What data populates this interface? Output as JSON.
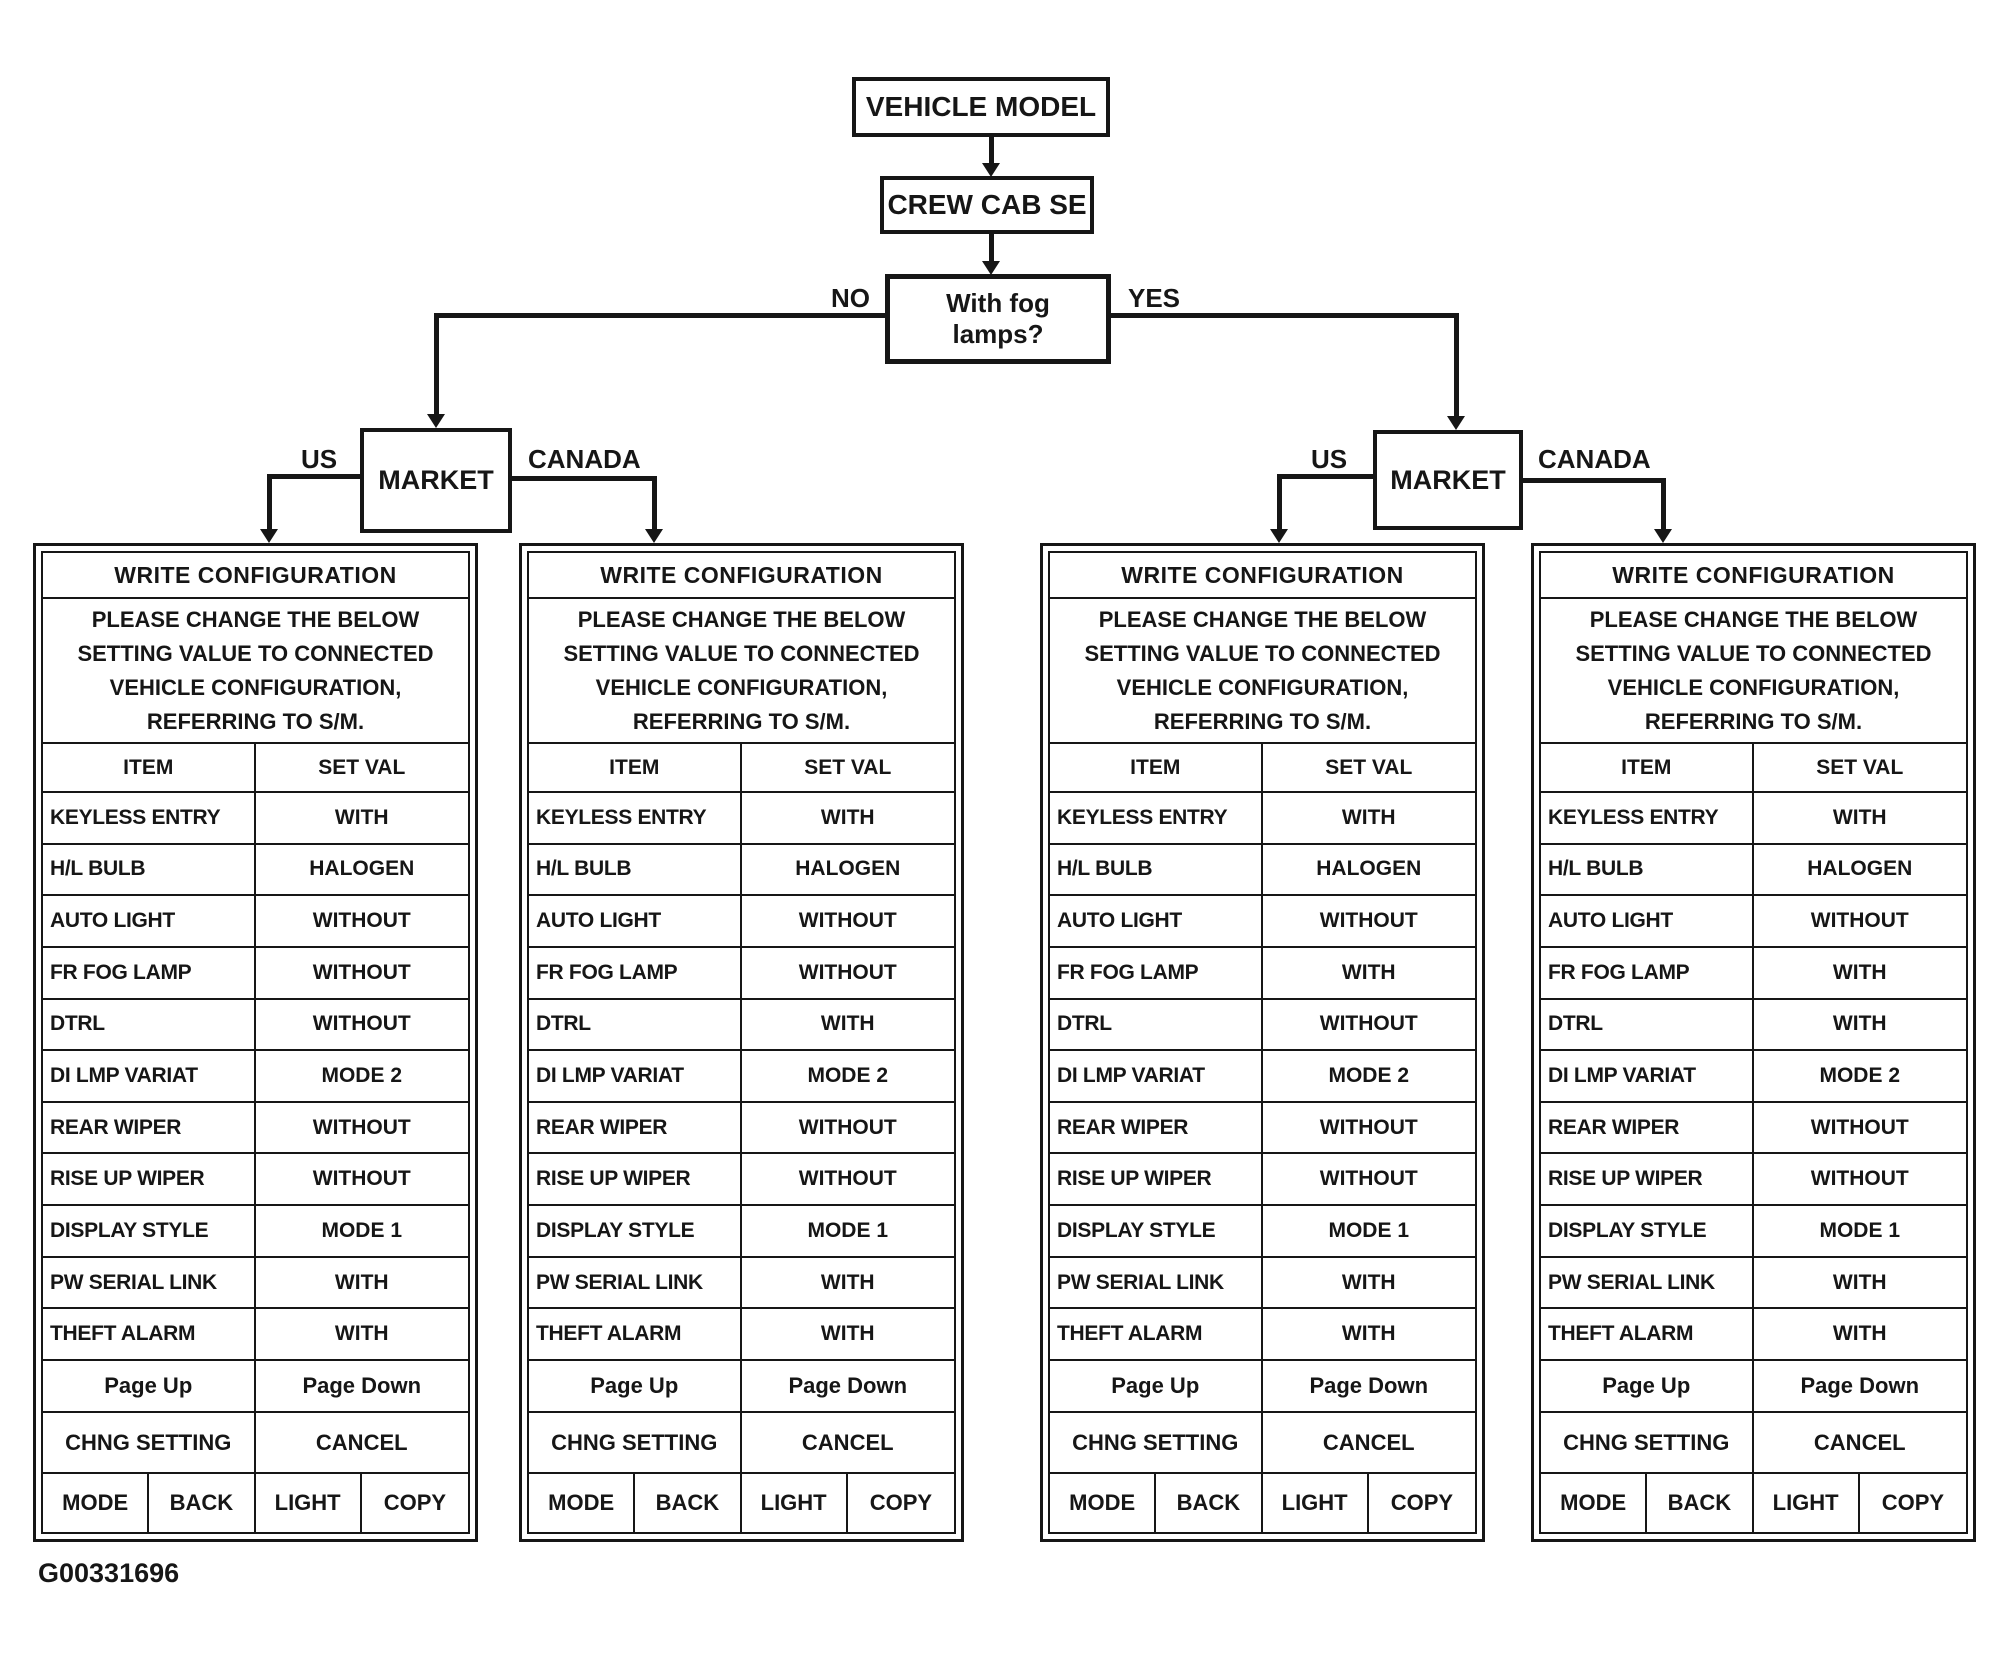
{
  "figure_id": "G00331696",
  "flowchart": {
    "root": "VEHICLE MODEL",
    "model": "CREW CAB SE",
    "question_line1": "With fog",
    "question_line2": "lamps?",
    "no_label": "NO",
    "yes_label": "YES",
    "market_label": "MARKET",
    "us_label": "US",
    "canada_label": "CANADA"
  },
  "table_template": {
    "title": "WRITE CONFIGURATION",
    "message_lines": [
      "PLEASE CHANGE THE BELOW",
      "SETTING VALUE TO CONNECTED",
      "VEHICLE CONFIGURATION,",
      "REFERRING TO S/M."
    ],
    "columns": [
      "ITEM",
      "SET VAL"
    ],
    "items": [
      "KEYLESS ENTRY",
      "H/L BULB",
      "AUTO LIGHT",
      "FR FOG LAMP",
      "DTRL",
      "DI LMP VARIAT",
      "REAR WIPER",
      "RISE UP WIPER",
      "DISPLAY STYLE",
      "PW SERIAL LINK",
      "THEFT ALARM"
    ],
    "nav": {
      "page_up": "Page Up",
      "page_down": "Page Down",
      "chng_setting": "CHNG SETTING",
      "cancel": "CANCEL",
      "keys": [
        "MODE",
        "BACK",
        "LIGHT",
        "COPY"
      ]
    }
  },
  "tables": [
    {
      "branch": "no-fog-us",
      "values": [
        "WITH",
        "HALOGEN",
        "WITHOUT",
        "WITHOUT",
        "WITHOUT",
        "MODE 2",
        "WITHOUT",
        "WITHOUT",
        "MODE 1",
        "WITH",
        "WITH"
      ]
    },
    {
      "branch": "no-fog-canada",
      "values": [
        "WITH",
        "HALOGEN",
        "WITHOUT",
        "WITHOUT",
        "WITH",
        "MODE 2",
        "WITHOUT",
        "WITHOUT",
        "MODE 1",
        "WITH",
        "WITH"
      ]
    },
    {
      "branch": "fog-us",
      "values": [
        "WITH",
        "HALOGEN",
        "WITHOUT",
        "WITH",
        "WITHOUT",
        "MODE 2",
        "WITHOUT",
        "WITHOUT",
        "MODE 1",
        "WITH",
        "WITH"
      ]
    },
    {
      "branch": "fog-canada",
      "values": [
        "WITH",
        "HALOGEN",
        "WITHOUT",
        "WITH",
        "WITH",
        "MODE 2",
        "WITHOUT",
        "WITHOUT",
        "MODE 1",
        "WITH",
        "WITH"
      ]
    }
  ],
  "colors": {
    "ink": "#161616",
    "paper": "#ffffff"
  }
}
